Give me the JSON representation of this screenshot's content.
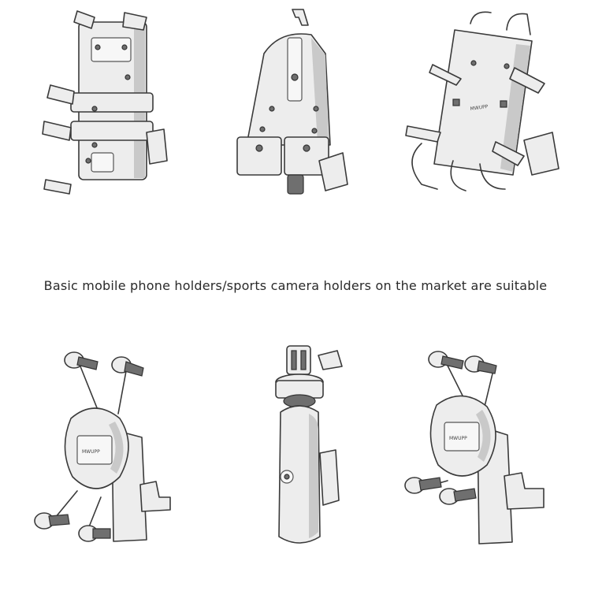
{
  "caption": "Basic mobile phone holders/sports camera holders on the market are suitable",
  "top_row": [
    {
      "name": "spring-grip-phone-holder"
    },
    {
      "name": "slim-clip-phone-holder"
    },
    {
      "name": "hook-claw-phone-holder"
    }
  ],
  "bottom_row": [
    {
      "name": "x-grip-phone-holder"
    },
    {
      "name": "action-camera-ball-mount"
    },
    {
      "name": "x-grip-phone-holder-alt"
    }
  ]
}
